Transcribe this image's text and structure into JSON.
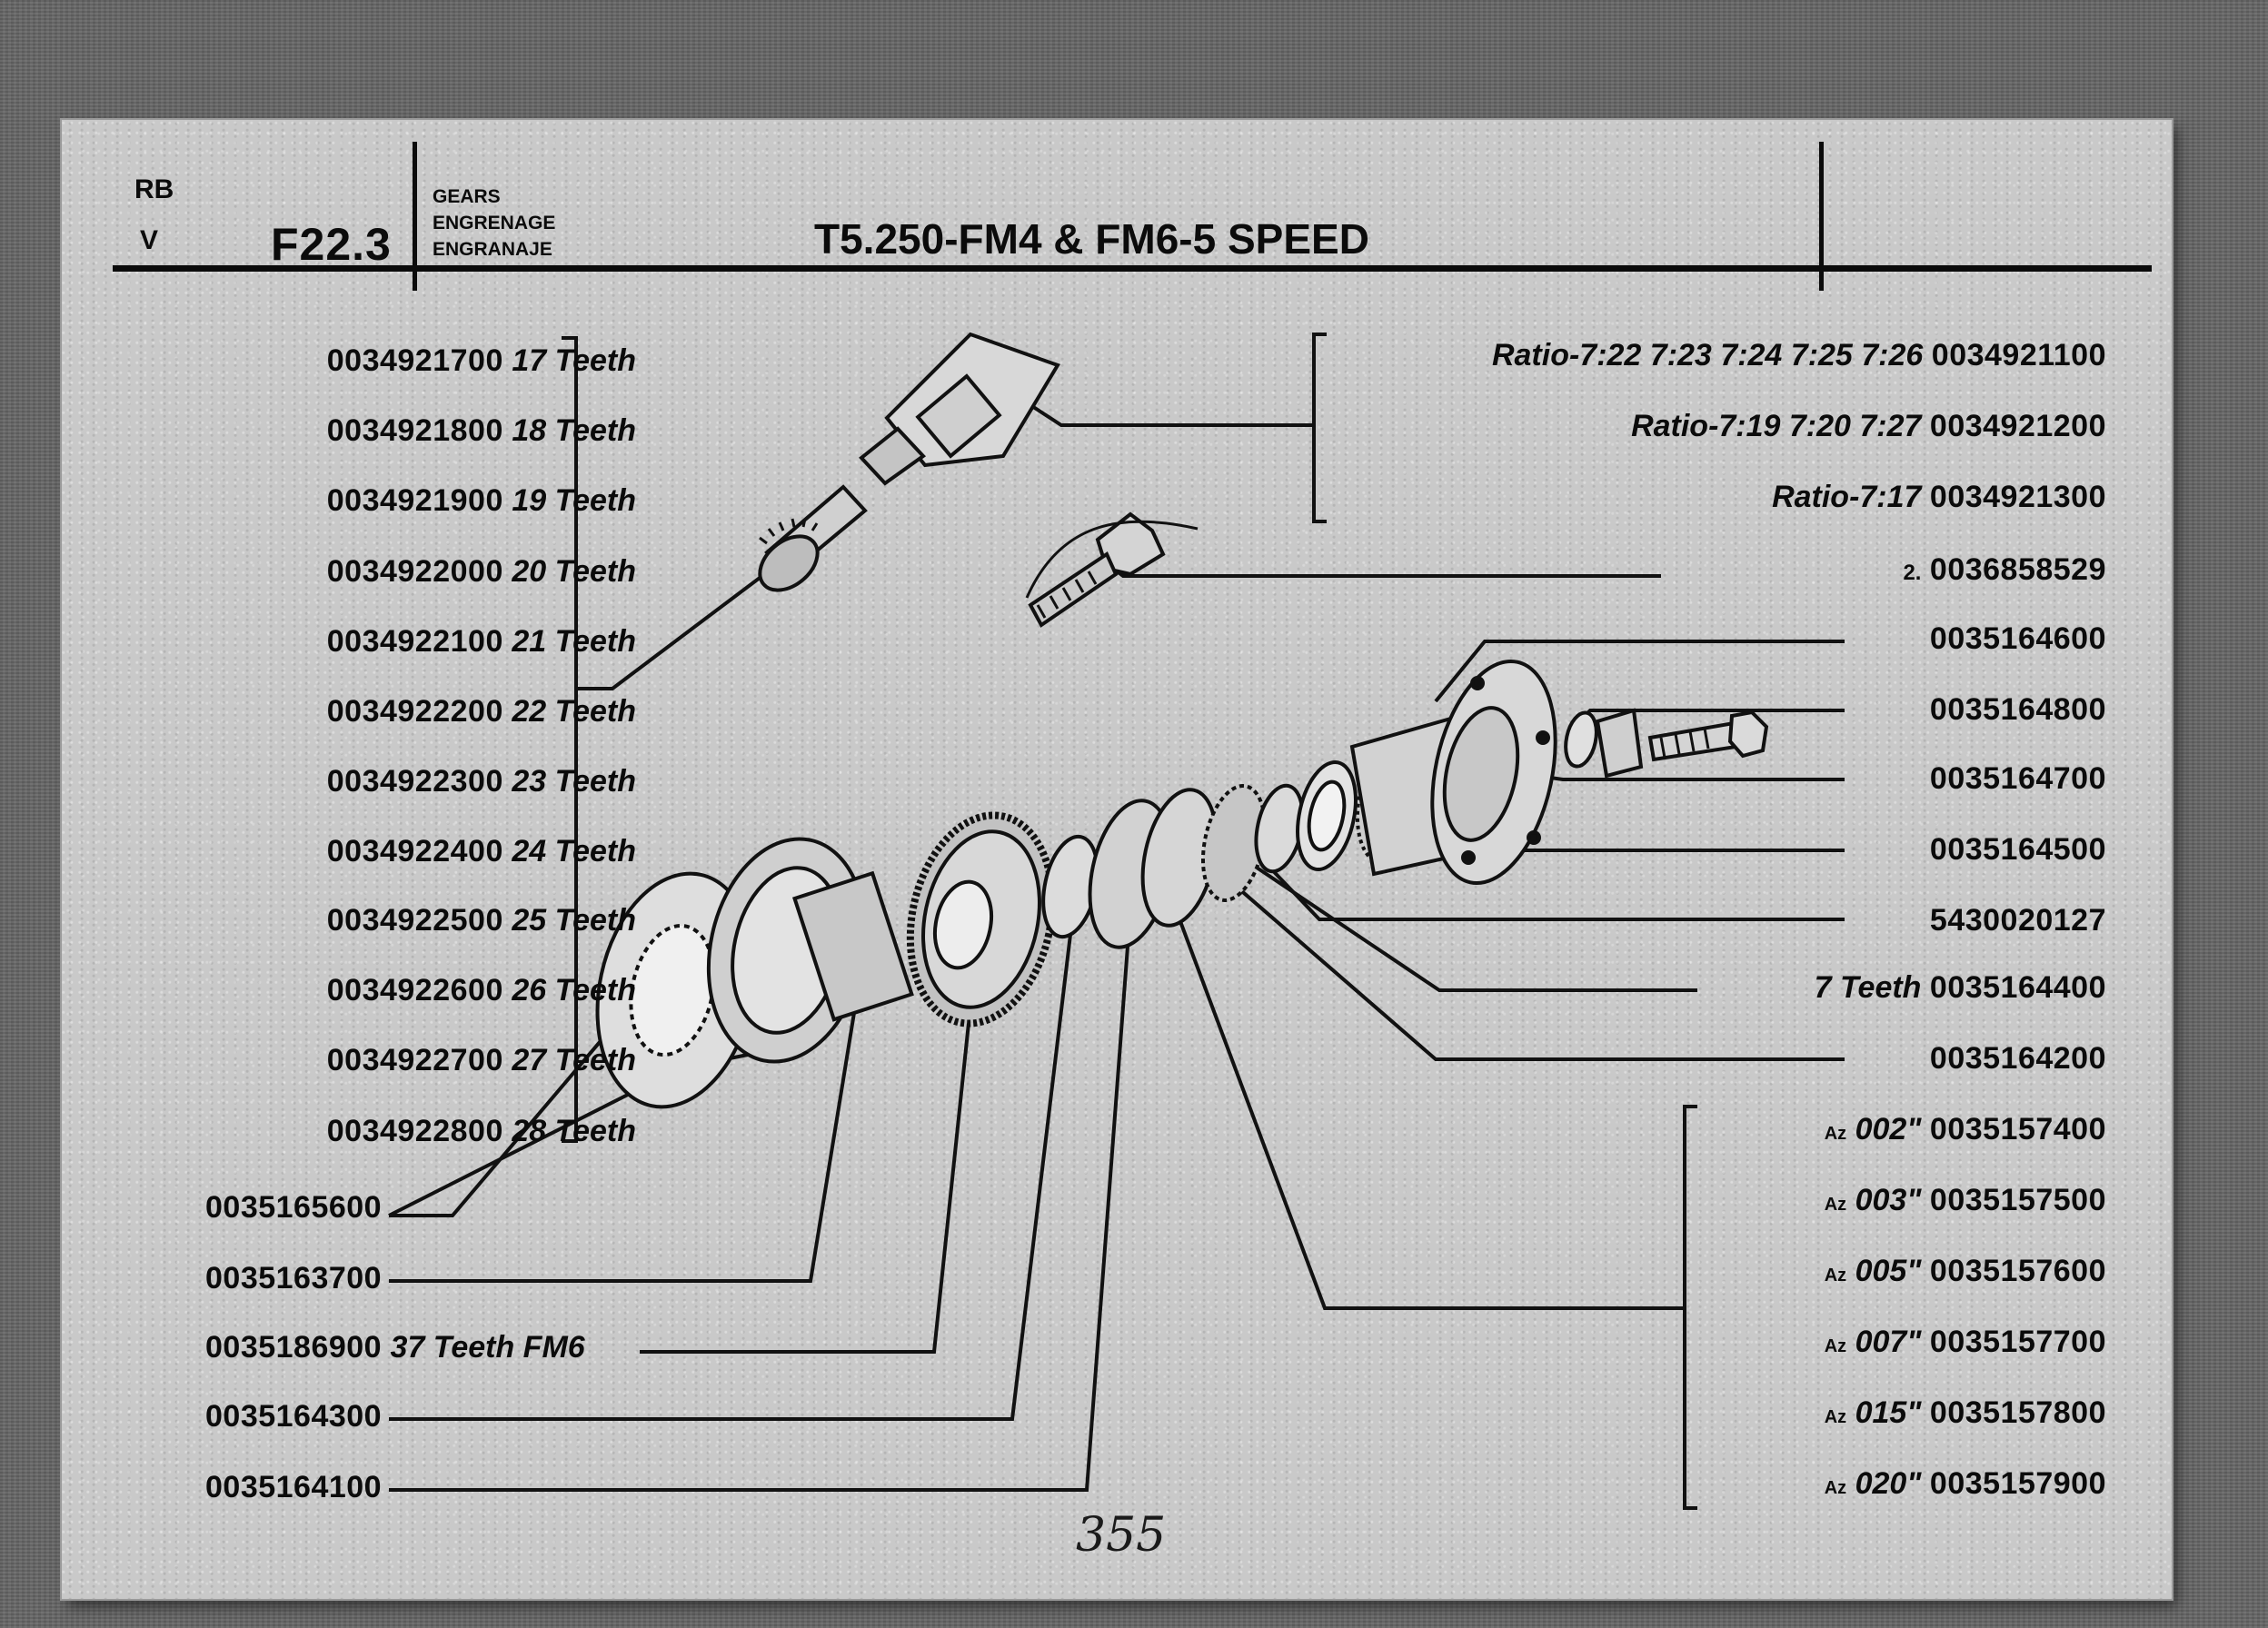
{
  "header": {
    "rb": "RB",
    "v": "V",
    "code": "F22.3",
    "section": [
      "GEARS",
      "ENGRENAGE",
      "ENGRANAJE"
    ],
    "title": "T5.250-FM4 & FM6-5 SPEED"
  },
  "left_parts": [
    {
      "number": "0034921700",
      "note": "17 Teeth"
    },
    {
      "number": "0034921800",
      "note": "18 Teeth"
    },
    {
      "number": "0034921900",
      "note": "19 Teeth"
    },
    {
      "number": "0034922000",
      "note": "20 Teeth"
    },
    {
      "number": "0034922100",
      "note": "21 Teeth"
    },
    {
      "number": "0034922200",
      "note": "22 Teeth"
    },
    {
      "number": "0034922300",
      "note": "23 Teeth"
    },
    {
      "number": "0034922400",
      "note": "24 Teeth"
    },
    {
      "number": "0034922500",
      "note": "25 Teeth"
    },
    {
      "number": "0034922600",
      "note": "26 Teeth"
    },
    {
      "number": "0034922700",
      "note": "27 Teeth"
    },
    {
      "number": "0034922800",
      "note": "28 Teeth"
    }
  ],
  "bottom_parts": [
    {
      "number": "0035165600",
      "note": ""
    },
    {
      "number": "0035163700",
      "note": ""
    },
    {
      "number": "0035186900",
      "note": "37 Teeth  FM6"
    },
    {
      "number": "0035164300",
      "note": ""
    },
    {
      "number": "0035164100",
      "note": ""
    }
  ],
  "right_parts": [
    {
      "prefix": "",
      "note": "Ratio-7:22  7:23  7:24  7:25  7:26",
      "number": "0034921100"
    },
    {
      "prefix": "",
      "note": "Ratio-7:19  7:20  7:27",
      "number": "0034921200"
    },
    {
      "prefix": "",
      "note": "Ratio-7:17",
      "number": "0034921300"
    },
    {
      "prefix": "2.",
      "note": "",
      "number": "0036858529"
    },
    {
      "prefix": "",
      "note": "",
      "number": "0035164600"
    },
    {
      "prefix": "",
      "note": "",
      "number": "0035164800"
    },
    {
      "prefix": "",
      "note": "",
      "number": "0035164700"
    },
    {
      "prefix": "",
      "note": "",
      "number": "0035164500"
    },
    {
      "prefix": "",
      "note": "",
      "number": "5430020127"
    },
    {
      "prefix": "",
      "note": "7 Teeth",
      "number": "0035164400"
    },
    {
      "prefix": "",
      "note": "",
      "number": "0035164200"
    },
    {
      "prefix": "Az",
      "note": "002\"",
      "number": "0035157400"
    },
    {
      "prefix": "Az",
      "note": "003\"",
      "number": "0035157500"
    },
    {
      "prefix": "Az",
      "note": "005\"",
      "number": "0035157600"
    },
    {
      "prefix": "Az",
      "note": "007\"",
      "number": "0035157700"
    },
    {
      "prefix": "Az",
      "note": "015\"",
      "number": "0035157800"
    },
    {
      "prefix": "Az",
      "note": "020\"",
      "number": "0035157900"
    }
  ],
  "page_number": "355"
}
